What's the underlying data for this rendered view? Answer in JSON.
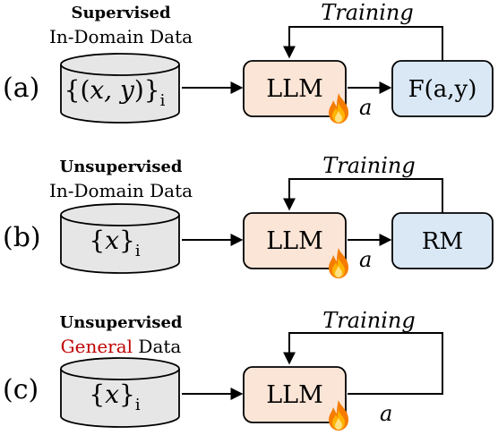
{
  "training_label": "Training",
  "action_label": "a",
  "llm_label": "LLM",
  "subscript": "i",
  "colors": {
    "llm_fill": "#fbe5d6",
    "reward_fill": "#dae8f5",
    "db_fill": "#e7e6e6",
    "accent_red": "#c00000",
    "stroke": "#000000"
  },
  "rows": [
    {
      "id": "a",
      "tag": "(a)",
      "title_bold": "Supervised",
      "title_line2": "In-Domain Data",
      "data_expr_open": "{(",
      "data_expr_vars": "x, y",
      "data_expr_close": ")}",
      "reward_label": "F(a,y)",
      "fire_icon": "fire-icon"
    },
    {
      "id": "b",
      "tag": "(b)",
      "title_bold": "Unsupervised",
      "title_line2": "In-Domain Data",
      "data_expr_open": "{",
      "data_expr_vars": "x",
      "data_expr_close": "}",
      "reward_label": "RM",
      "fire_icon": "fire-icon"
    },
    {
      "id": "c",
      "tag": "(c)",
      "title_bold": "Unsupervised",
      "title_line2_red": "General",
      "title_line2_rest": " Data",
      "data_expr_open": "{",
      "data_expr_vars": "x",
      "data_expr_close": "}",
      "fire_icon": "fire-icon"
    }
  ]
}
